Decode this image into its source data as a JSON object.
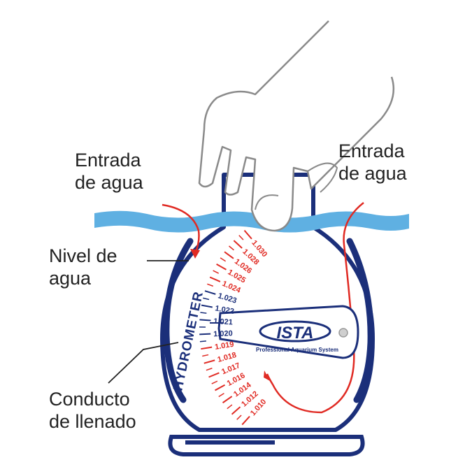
{
  "labels": {
    "inlet_left": [
      "Entrada",
      "de agua"
    ],
    "inlet_right": [
      "Entrada",
      "de agua"
    ],
    "water_level": [
      "Nivel de",
      "agua"
    ],
    "fill_duct": [
      "Conducto",
      "de llenado"
    ]
  },
  "device": {
    "side_text": "HYDROMETER",
    "brand": "ISTA",
    "brand_subtitle": "Professional Aquarium System"
  },
  "scale": {
    "red_ticks_top": [
      "1.030",
      "1.028",
      "1.026",
      "1.025",
      "1.024"
    ],
    "blue_ticks": [
      "1.023",
      "1.022",
      "1.021",
      "1.020"
    ],
    "red_ticks_bottom": [
      "1.019",
      "1.018",
      "1.017",
      "1.016",
      "1.014",
      "1.012",
      "1.010"
    ]
  },
  "colors": {
    "navy": "#1b2f7a",
    "red": "#e02a23",
    "water": "#5fb0e2",
    "hand_stroke": "#8a8a8a",
    "text": "#222222"
  }
}
